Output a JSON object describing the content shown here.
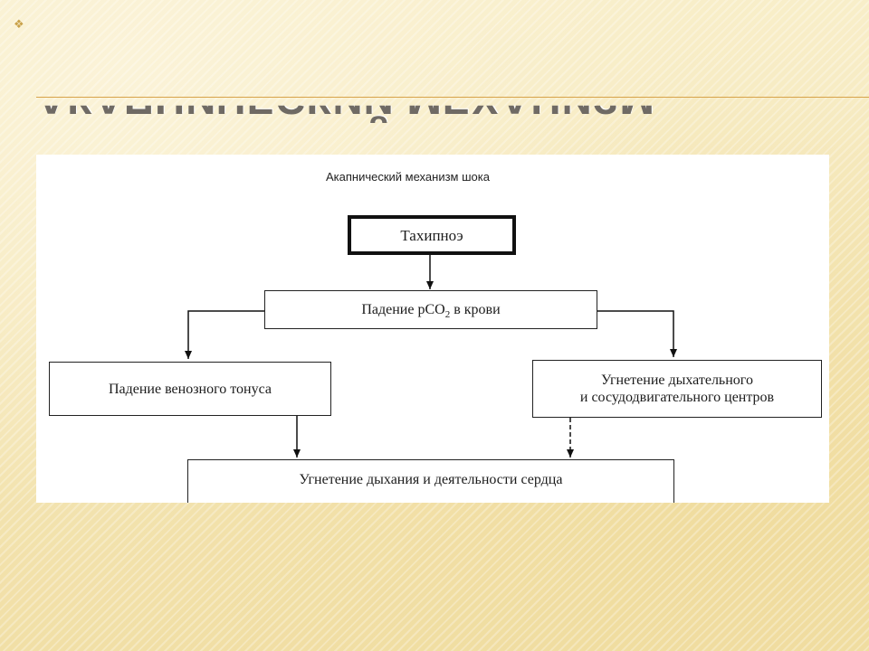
{
  "slide": {
    "title": "АКАПНИЧЕСКИЙ МЕХАНИЗМ",
    "ornament": "❖",
    "colors": {
      "accent_line": "#d7a34a",
      "background": "#f6e8b8"
    }
  },
  "diagram": {
    "title": "Акапнический механизм шока",
    "nodes": {
      "main": "Тахипноэ",
      "pco2": {
        "before": "Падение pCO",
        "sub": "2",
        "after": " в крови"
      },
      "left": "Падение венозного тонуса",
      "right_line1": "Угнетение дыхательного",
      "right_line2": "и сосудодвигательного центров",
      "bottom": "Угнетение дыхания и деятельности сердца"
    },
    "edges": [
      [
        "main",
        "pco2"
      ],
      [
        "pco2",
        "left"
      ],
      [
        "pco2",
        "right"
      ],
      [
        "left",
        "bottom"
      ],
      [
        "right",
        "bottom"
      ]
    ]
  }
}
